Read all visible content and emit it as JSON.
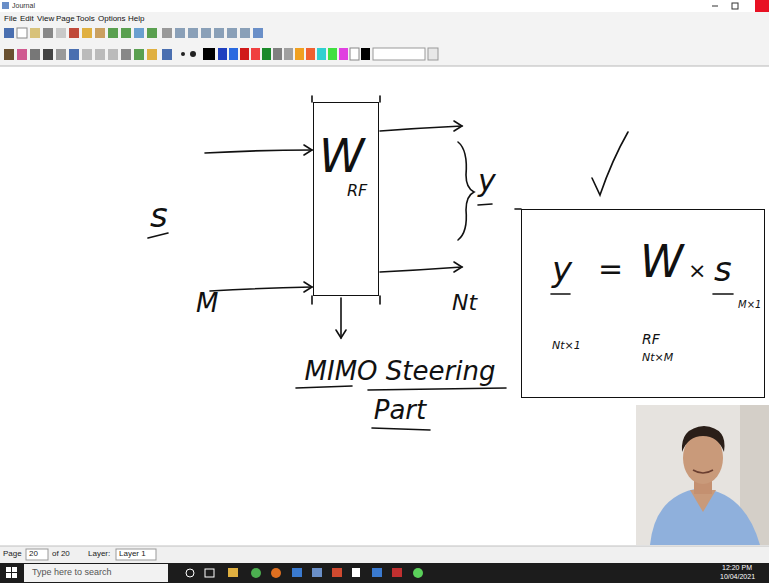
{
  "diagram": {
    "nodes": [
      {
        "text": [
          "W",
          "RF"
        ]
      },
      {
        "text": [
          "y",
          "=",
          "W",
          "×",
          "s",
          "Nt×1",
          "RF",
          "Nt×M",
          "M×1"
        ]
      }
    ],
    "labels": [
      "Journal",
      "File",
      "Edit",
      "View",
      "Page",
      "Tools",
      "Options",
      "Help",
      "s",
      "M",
      "y",
      "Nt",
      "MIMO Steering Part",
      "Page",
      "20",
      "of 20",
      "Layer:",
      "Layer 1",
      "Type here to search",
      "12:20 PM",
      "10/04/2021"
    ]
  }
}
